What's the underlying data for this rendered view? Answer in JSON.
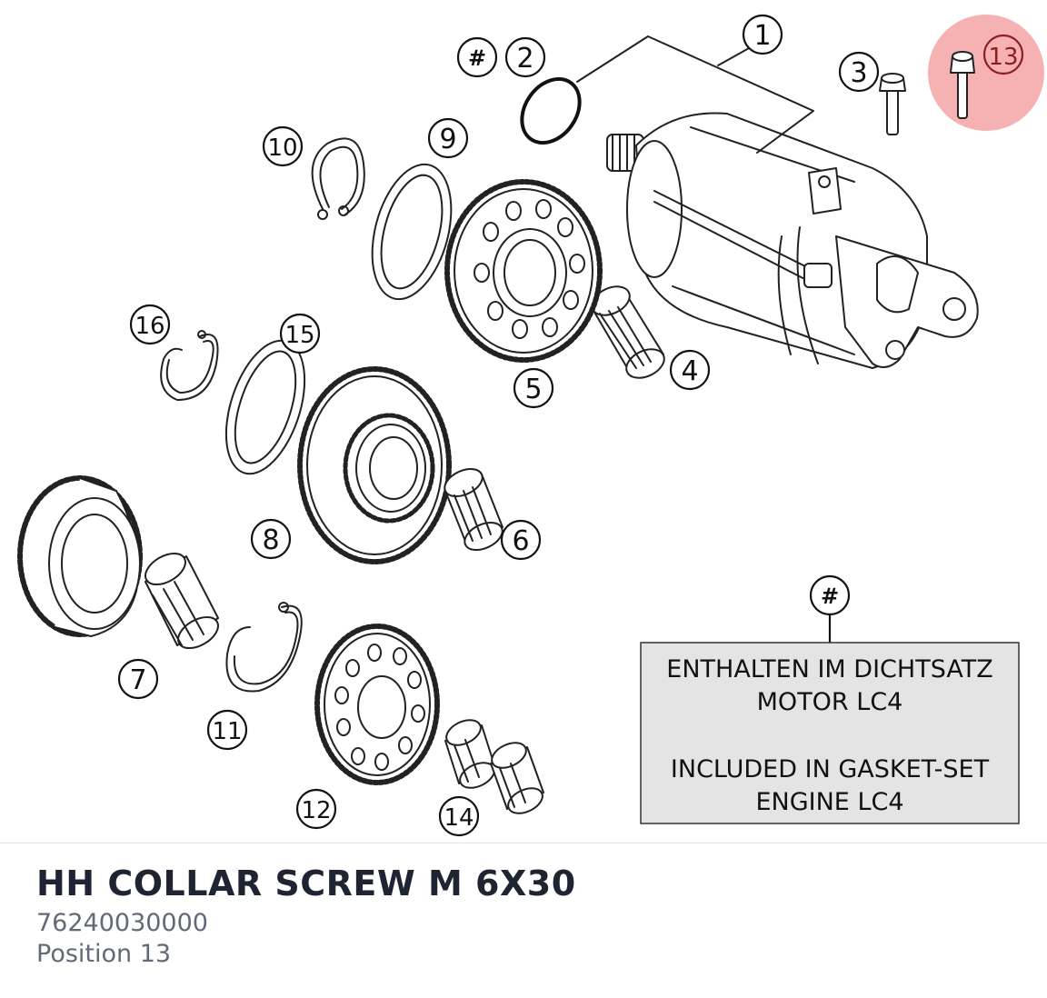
{
  "diagram": {
    "callouts": [
      "1",
      "2",
      "3",
      "4",
      "5",
      "6",
      "7",
      "8",
      "9",
      "10",
      "11",
      "12",
      "13",
      "14",
      "15",
      "16"
    ],
    "hash_symbol": "#",
    "highlight_color": "#f4a4a4",
    "note": {
      "line1": "ENTHALTEN IM DICHTSATZ",
      "line2": "MOTOR LC4",
      "line3": "INCLUDED IN GASKET-SET",
      "line4": "ENGINE LC4"
    }
  },
  "part": {
    "title": "HH COLLAR SCREW M 6X30",
    "number": "76240030000",
    "position": "Position 13"
  }
}
